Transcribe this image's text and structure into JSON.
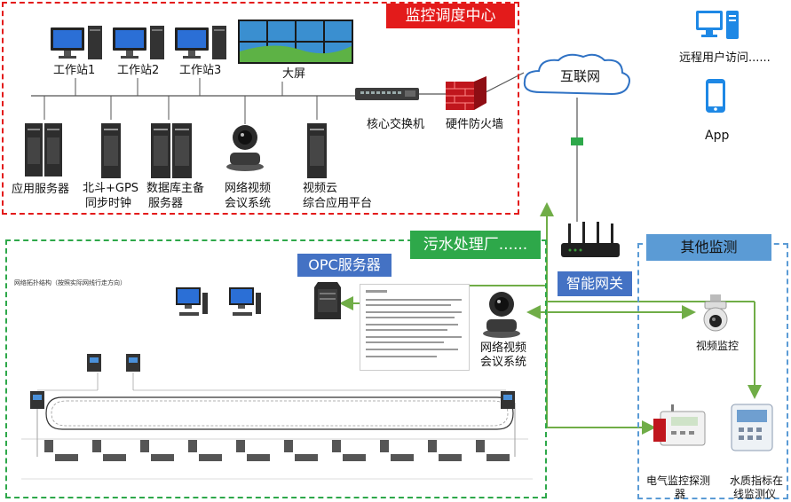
{
  "zones": {
    "control_center": {
      "title": "监控调度中心",
      "border_color": "#e31b1b",
      "tag_bg": "#e31b1b"
    },
    "sewage_plant": {
      "title": "污水处理厂......",
      "border_color": "#2ea84a",
      "tag_bg": "#2ea84a"
    },
    "other_monitoring": {
      "title": "其他监测",
      "border_color": "#5b9bd5",
      "tag_bg": "#5b9bd5"
    }
  },
  "control_center_nodes": {
    "workstation_1": "工作站1",
    "workstation_2": "工作站2",
    "workstation_3": "工作站3",
    "big_screen": "大屏",
    "core_switch": "核心交换机",
    "firewall": "硬件防火墙",
    "app_server": "应用服务器",
    "beidou_line1": "北斗+GPS",
    "beidou_line2": "同步时钟",
    "db_line1": "数据库主备",
    "db_line2": "服务器",
    "conf_line1": "网络视频",
    "conf_line2": "会议系统",
    "cloud_line1": "视频云",
    "cloud_line2": "综合应用平台"
  },
  "internet": {
    "label": "互联网"
  },
  "remote": {
    "remote_label": "远程用户访问......",
    "app_label": "App"
  },
  "sewage_nodes": {
    "opc_server": "OPC服务器",
    "smart_gateway": "智能网关",
    "conf_line1": "网络视频",
    "conf_line2": "会议系统",
    "topology_title": "网络拓扑结构（按照实际网线行走方向）"
  },
  "other_nodes": {
    "video_monitor": "视频监控",
    "elec_line1": "电气监控探测",
    "elec_line2": "器",
    "water_line1": "水质指标在",
    "water_line2": "线监测仪"
  },
  "colors": {
    "red": "#e31b1b",
    "green": "#2ea84a",
    "blue": "#5b9bd5",
    "opc_tag": "#4472c4",
    "arrow_green": "#70ad47",
    "monitor_blue": "#1e88e5"
  }
}
